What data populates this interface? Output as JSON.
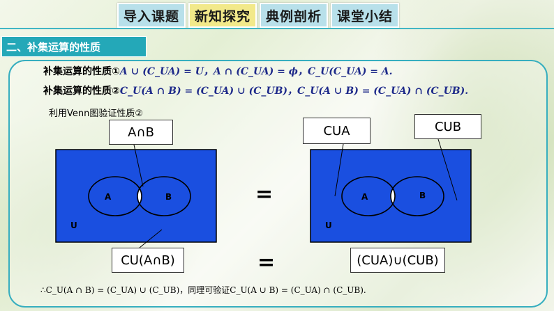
{
  "tabs": [
    {
      "label": "导入课题",
      "active": false
    },
    {
      "label": "新知探究",
      "active": true
    },
    {
      "label": "典例剖析",
      "active": false
    },
    {
      "label": "课堂小结",
      "active": false
    }
  ],
  "section_title": "二、补集运算的性质",
  "property1": {
    "label": "补集运算的性质①",
    "formula": "A ∪ (C_UA) = U，A ∩ (C_UA) = ϕ，C_U(C_UA) = A."
  },
  "property2": {
    "label": "补集运算的性质②",
    "formula": "C_U(A ∩ B) = (C_UA) ∪ (C_UB)，C_U(A ∪ B) = (C_UA) ∩ (C_UB)."
  },
  "venn_caption": "利用Venn图验证性质②",
  "left_diagram": {
    "top_callout": "A∩B",
    "set_a": "A",
    "set_b": "B",
    "universe": "U",
    "bottom_callout": "CU(A∩B)"
  },
  "right_diagram": {
    "callout_left": "CUA",
    "callout_right": "CUB",
    "set_a": "A",
    "set_b": "B",
    "universe": "U",
    "bottom_callout": "(CUA)∪(CUB)"
  },
  "equals_top": "=",
  "equals_bottom": "=",
  "conclusion": "∴C_U(A ∩ B) = (C_UA) ∪ (C_UB)，同理可验证C_U(A ∪ B) = (C_UA) ∩ (C_UB).",
  "colors": {
    "venn_blue": "#1a4fe0",
    "accent_teal": "#24a8b8",
    "active_tab": "#f2e98a",
    "tab": "#b8e0ea"
  }
}
